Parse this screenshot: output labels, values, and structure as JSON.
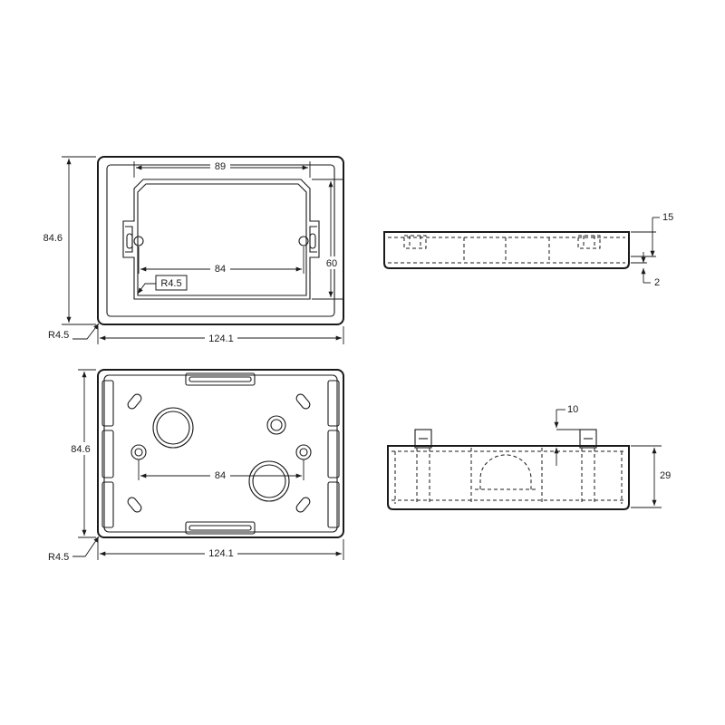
{
  "views": {
    "front_plate": {
      "dim_height": "84.6",
      "dim_width": "124.1",
      "dim_opening_width": "89",
      "dim_opening_height": "60",
      "dim_screw_centers": "84",
      "dim_radius": "R4.5"
    },
    "side_plate": {
      "dim_depth": "15",
      "dim_lip": "2"
    },
    "box_top": {
      "dim_height": "84.6",
      "dim_width": "124.1",
      "dim_screw_centers": "84",
      "dim_radius": "R4.5"
    },
    "box_side": {
      "dim_depth": "29",
      "dim_lug": "10"
    }
  },
  "colors": {
    "line": "#1a1a1a",
    "background": "#ffffff"
  }
}
